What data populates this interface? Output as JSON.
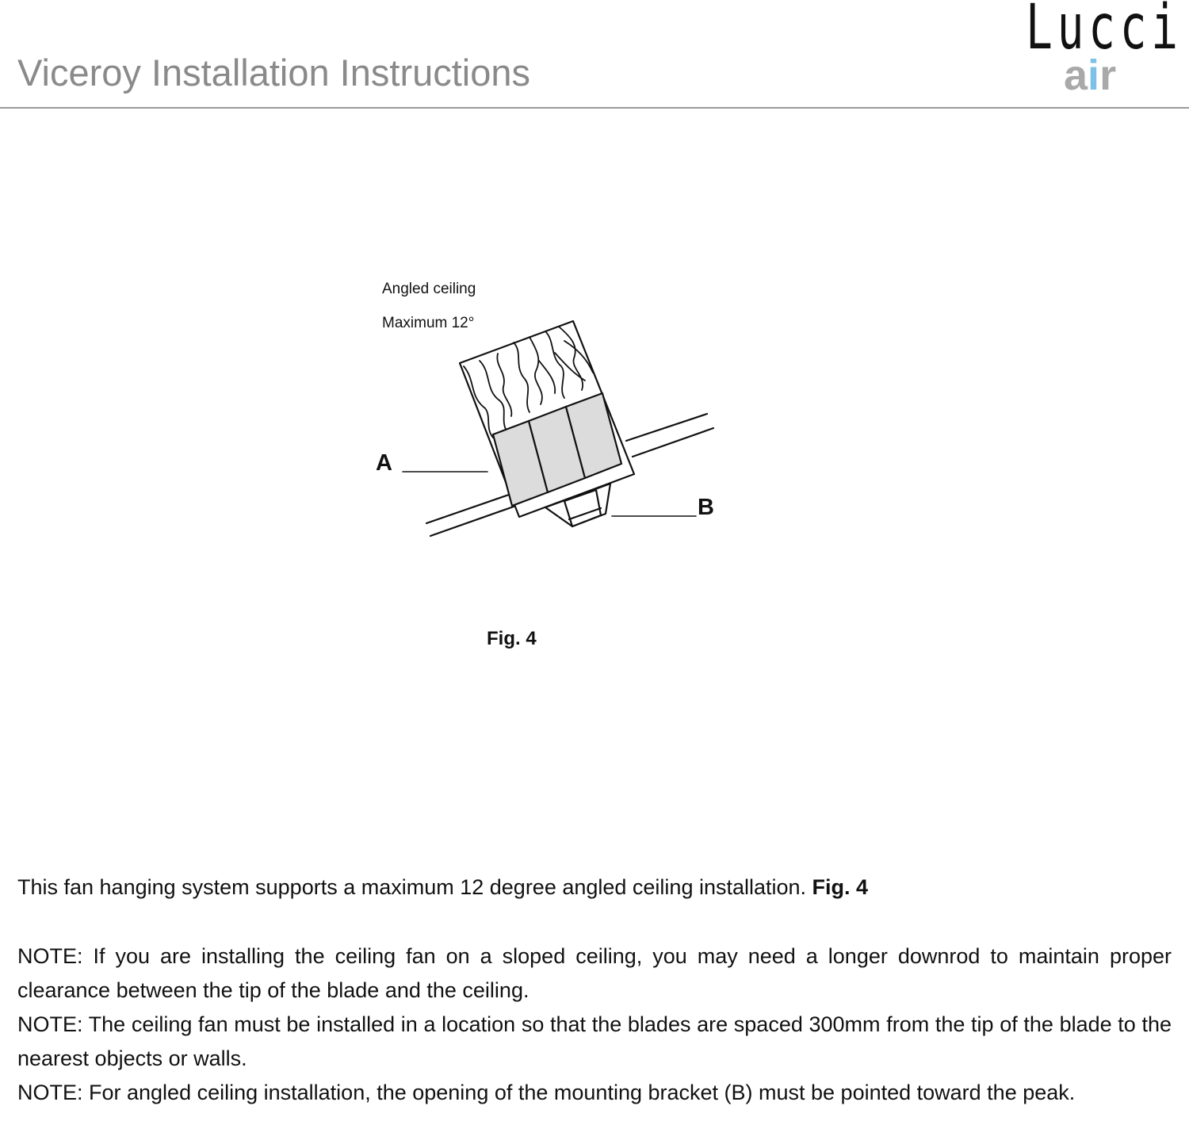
{
  "header": {
    "title": "Viceroy Installation Instructions",
    "logo_text": "Lucci",
    "logo_sub_prefix": "a",
    "logo_sub_highlight": "i",
    "logo_sub_suffix": "r"
  },
  "figure": {
    "label_angled": "Angled ceiling",
    "label_max": "Maximum 12°",
    "callout_a": "A",
    "callout_b": "B",
    "caption": "Fig. 4"
  },
  "body": {
    "paragraph_text": "This fan hanging system supports a maximum 12 degree angled ceiling installation. ",
    "paragraph_ref": "Fig. 4",
    "notes": [
      "NOTE: If you are installing the ceiling fan on a sloped ceiling, you may need a longer downrod to maintain proper clearance between the tip of the blade and the ceiling.",
      "NOTE: The ceiling fan must be installed in a location so that the blades are spaced 300mm from the tip of the blade to the nearest objects or walls.",
      "NOTE: For angled ceiling installation, the opening of the mounting bracket (B) must be pointed toward the peak."
    ]
  }
}
